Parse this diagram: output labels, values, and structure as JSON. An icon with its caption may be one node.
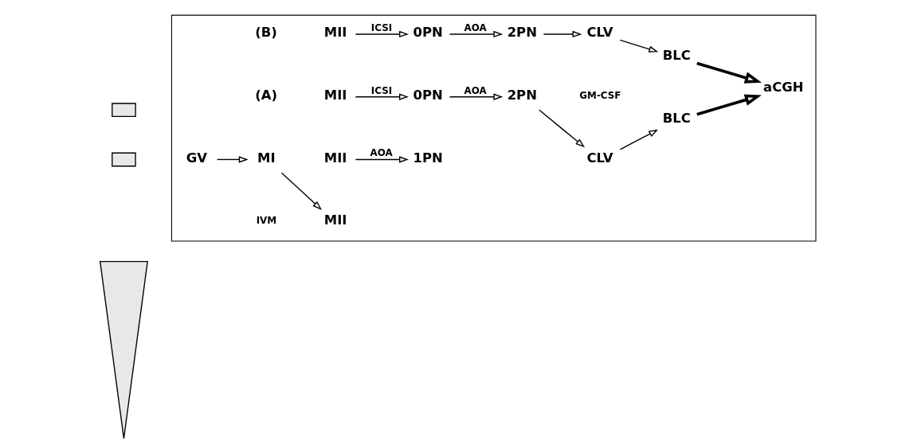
{
  "diagram": {
    "nodes": [
      {
        "text": [],
        "shape": "box"
      },
      {
        "text": [],
        "shape": "box"
      },
      {
        "text": [],
        "shape": "arrow"
      },
      {
        "text": [],
        "shape": "box"
      },
      {
        "text": [
          "GV"
        ],
        "in": 3
      },
      {
        "text": [
          "MI"
        ],
        "in": 3
      },
      {
        "text": [
          "MII"
        ],
        "in": 3
      },
      {
        "text": [
          "MII"
        ],
        "in": 3
      },
      {
        "text": [
          "1PN"
        ],
        "in": 3
      },
      {
        "text": [
          "MII"
        ],
        "in": 3
      },
      {
        "text": [
          "0PN"
        ],
        "in": 3
      },
      {
        "text": [
          "2PN"
        ],
        "in": 3
      },
      {
        "text": [
          "CLV"
        ],
        "in": 3
      },
      {
        "text": [
          "BLC"
        ],
        "in": 3
      },
      {
        "text": [
          "aCGH"
        ],
        "in": 3
      },
      {
        "text": [
          "MII"
        ],
        "in": 3
      },
      {
        "text": [
          "0PN"
        ],
        "in": 3
      },
      {
        "text": [
          "2PN"
        ],
        "in": 3
      },
      {
        "text": [
          "CLV"
        ],
        "in": 3
      },
      {
        "text": [
          "BLC"
        ],
        "in": 3
      }
    ],
    "edges": [
      {
        "from": 4,
        "to": 5,
        "arrow": "to"
      },
      {
        "from": 5,
        "to": 6,
        "arrow": "to"
      },
      {
        "from": 7,
        "to": 8,
        "arrow": "to",
        "label": "AOA"
      },
      {
        "from": 9,
        "to": 10,
        "arrow": "to",
        "label": "ICSI"
      },
      {
        "from": 10,
        "to": 11,
        "arrow": "to",
        "label": "AOA"
      },
      {
        "from": 11,
        "to": 12,
        "arrow": "to"
      },
      {
        "from": 12,
        "to": 13,
        "arrow": "to"
      },
      {
        "from": 13,
        "to": 14,
        "arrow": "to",
        "style": "thick"
      },
      {
        "from": 15,
        "to": 16,
        "arrow": "to",
        "label": "ICSI"
      },
      {
        "from": 16,
        "to": 17,
        "arrow": "to",
        "label": "AOA"
      },
      {
        "from": 17,
        "to": 18,
        "arrow": "to"
      },
      {
        "from": 18,
        "to": 19,
        "arrow": "to"
      },
      {
        "from": 19,
        "to": 14,
        "arrow": "to",
        "style": "thick"
      }
    ],
    "labels": [
      "IVM",
      "(A)",
      "(B)",
      "GM-CSF"
    ]
  }
}
